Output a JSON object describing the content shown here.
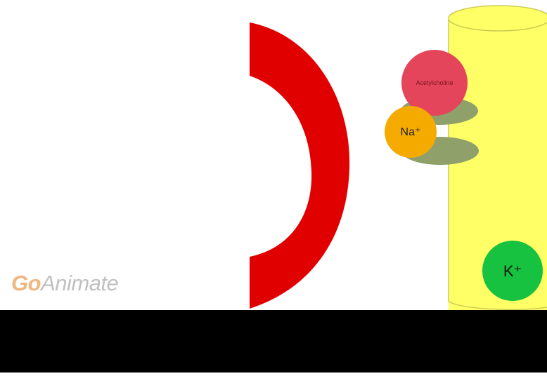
{
  "diagram": {
    "labels": {
      "acetylcholine": "Acetylcholine",
      "sodium": "Na⁺",
      "potassium": "K⁺"
    },
    "colors": {
      "presynaptic": "#e10000",
      "postsynaptic": "#ffff66",
      "postsynaptic_outline": "#cccc55",
      "receptor": "#8fa06b",
      "acetylcholine": "#e5455a",
      "sodium": "#f5aa00",
      "potassium": "#16c23f"
    }
  },
  "watermark": {
    "brand_part1": "Go",
    "brand_part2": "Animate"
  },
  "player": {
    "bottom_bar_color": "#000000"
  }
}
